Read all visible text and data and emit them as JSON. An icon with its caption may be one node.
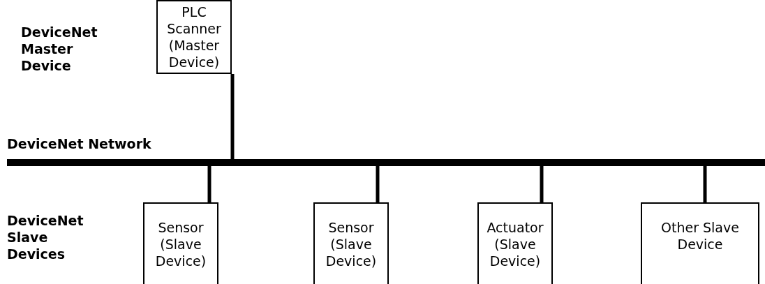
{
  "diagram": {
    "nodes": [
      {
        "text": [
          "PLC Scanner (Master Device)"
        ]
      },
      {
        "text": [],
        "shape": "bar",
        "beside": [
          "DeviceNet Network"
        ]
      },
      {
        "text": [
          "Sensor (Slave Device)"
        ]
      },
      {
        "text": [
          "Sensor (Slave Device)"
        ]
      },
      {
        "text": [
          "Actuator (Slave Device)"
        ]
      },
      {
        "text": [
          "Other Slave Device"
        ]
      }
    ],
    "edges": [
      {
        "from": 0,
        "to": 1,
        "arrow": "none"
      },
      {
        "from": 1,
        "to": 2,
        "arrow": "none"
      },
      {
        "from": 1,
        "to": 3,
        "arrow": "none"
      },
      {
        "from": 1,
        "to": 4,
        "arrow": "none"
      },
      {
        "from": 1,
        "to": 5,
        "arrow": "none"
      }
    ],
    "labels": [
      "DeviceNet Master Device",
      "DeviceNet Slave Devices"
    ]
  }
}
